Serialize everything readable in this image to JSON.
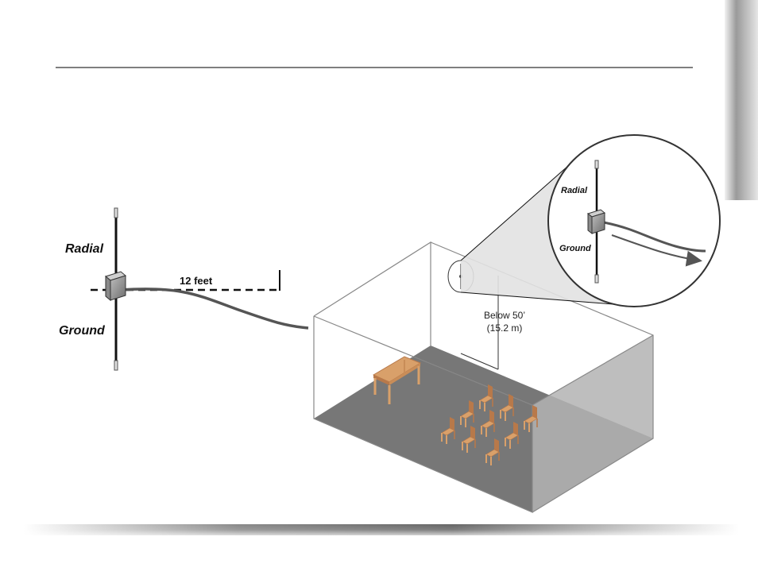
{
  "diagram": {
    "left_detail": {
      "radial_label": "Radial",
      "ground_label": "Ground",
      "distance_label": "12 feet"
    },
    "zoom_detail": {
      "radial_label": "Radial",
      "ground_label": "Ground"
    },
    "room": {
      "height_label_line1": "Below 50’",
      "height_label_line2": "(15.2 m)"
    }
  },
  "colors": {
    "floor": "#777777",
    "right_wall_shade": "#b3b3b3",
    "furniture": "#d9a06a",
    "furniture_dark": "#b8794a",
    "cable": "#555555",
    "rule": "#555555"
  }
}
